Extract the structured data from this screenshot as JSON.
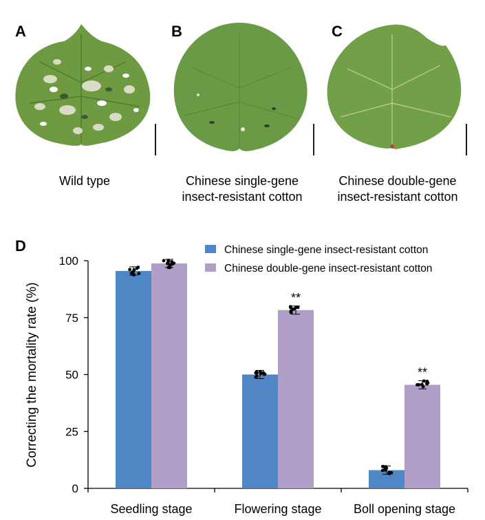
{
  "panels": {
    "a": {
      "letter": "A",
      "caption": "Wild  type"
    },
    "b": {
      "letter": "B",
      "caption_line1": "Chinese single-gene",
      "caption_line2": "insect-resistant cotton"
    },
    "c": {
      "letter": "C",
      "caption_line1": "Chinese double-gene",
      "caption_line2": "insect-resistant cotton"
    },
    "d": {
      "letter": "D"
    }
  },
  "colors": {
    "series_single": "#4f86c6",
    "series_double": "#b09fc8",
    "leaf_green": "#6b9a3f",
    "leaf_dark": "#55823a"
  },
  "chart_data": {
    "type": "bar",
    "title": "",
    "xlabel": "",
    "ylabel": "Correcting the mortality rate (%)",
    "ylim": [
      0,
      100
    ],
    "yticks": [
      0,
      25,
      50,
      75,
      100
    ],
    "categories": [
      "Seedling stage",
      "Flowering stage",
      "Boll opening stage"
    ],
    "series": [
      {
        "name": "Chinese single-gene insect-resistant cotton",
        "values": [
          95.5,
          50,
          8
        ],
        "annotations": [
          "",
          "",
          ""
        ]
      },
      {
        "name": "Chinese double-gene insect-resistant cotton",
        "values": [
          98.8,
          78.3,
          45.5
        ],
        "annotations": [
          "",
          "**",
          "**"
        ]
      }
    ],
    "legend_position": "top-right",
    "grid": false
  }
}
